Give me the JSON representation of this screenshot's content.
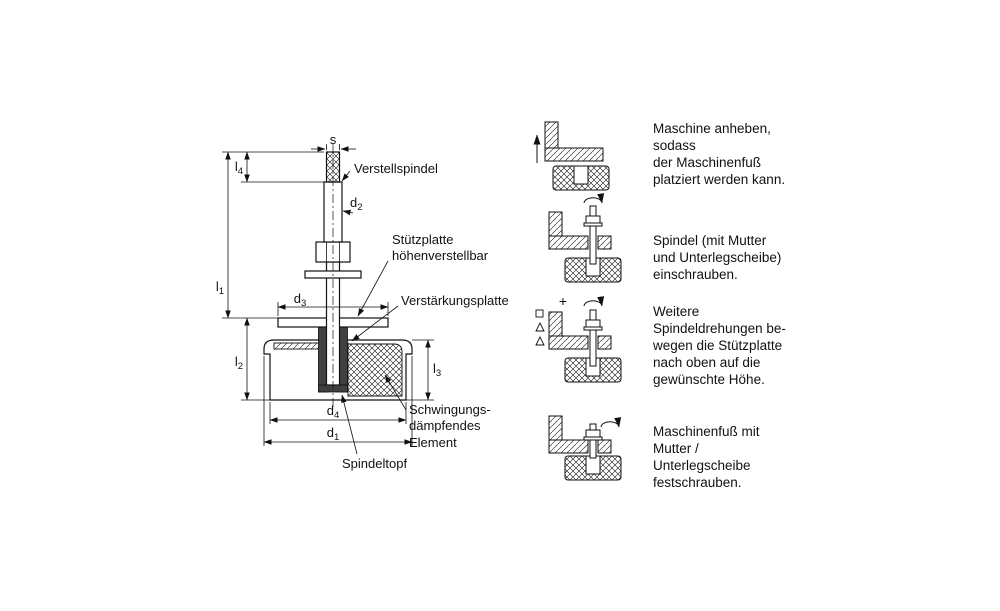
{
  "page": {
    "background": "#ffffff",
    "line_color": "#111111"
  },
  "dimensions": {
    "s": {
      "letter": "s",
      "sub": ""
    },
    "l4": {
      "letter": "l",
      "sub": "4"
    },
    "d2": {
      "letter": "d",
      "sub": "2"
    },
    "l1": {
      "letter": "l",
      "sub": "1"
    },
    "d3": {
      "letter": "d",
      "sub": "3"
    },
    "l2": {
      "letter": "l",
      "sub": "2"
    },
    "l3": {
      "letter": "l",
      "sub": "3"
    },
    "d4": {
      "letter": "d",
      "sub": "4"
    },
    "d1": {
      "letter": "d",
      "sub": "1"
    }
  },
  "part_labels": {
    "verstellspindel": "Verstellspindel",
    "stuetzplatte": "Stützplatte\nhöhenverstellbar",
    "verstaerkungsplatte": "Verstärkungsplatte",
    "schwingung": "Schwingungs-\ndämpfendes\nElement",
    "spindeltopf": "Spindeltopf"
  },
  "steps": [
    {
      "text": "Maschine anheben,\nsodass\nder Maschinenfuß\nplatziert werden kann."
    },
    {
      "text": "Spindel (mit Mutter\nund Unterlegscheibe)\neinschrauben."
    },
    {
      "plus": "+",
      "text": "Weitere\nSpindeldrehungen be-\nwegen die Stützplatte\nnach oben auf die\ngewünschte Höhe."
    },
    {
      "text": "Maschinenfuß mit\nMutter /\nUnterlegscheibe\nfestschrauben."
    }
  ]
}
